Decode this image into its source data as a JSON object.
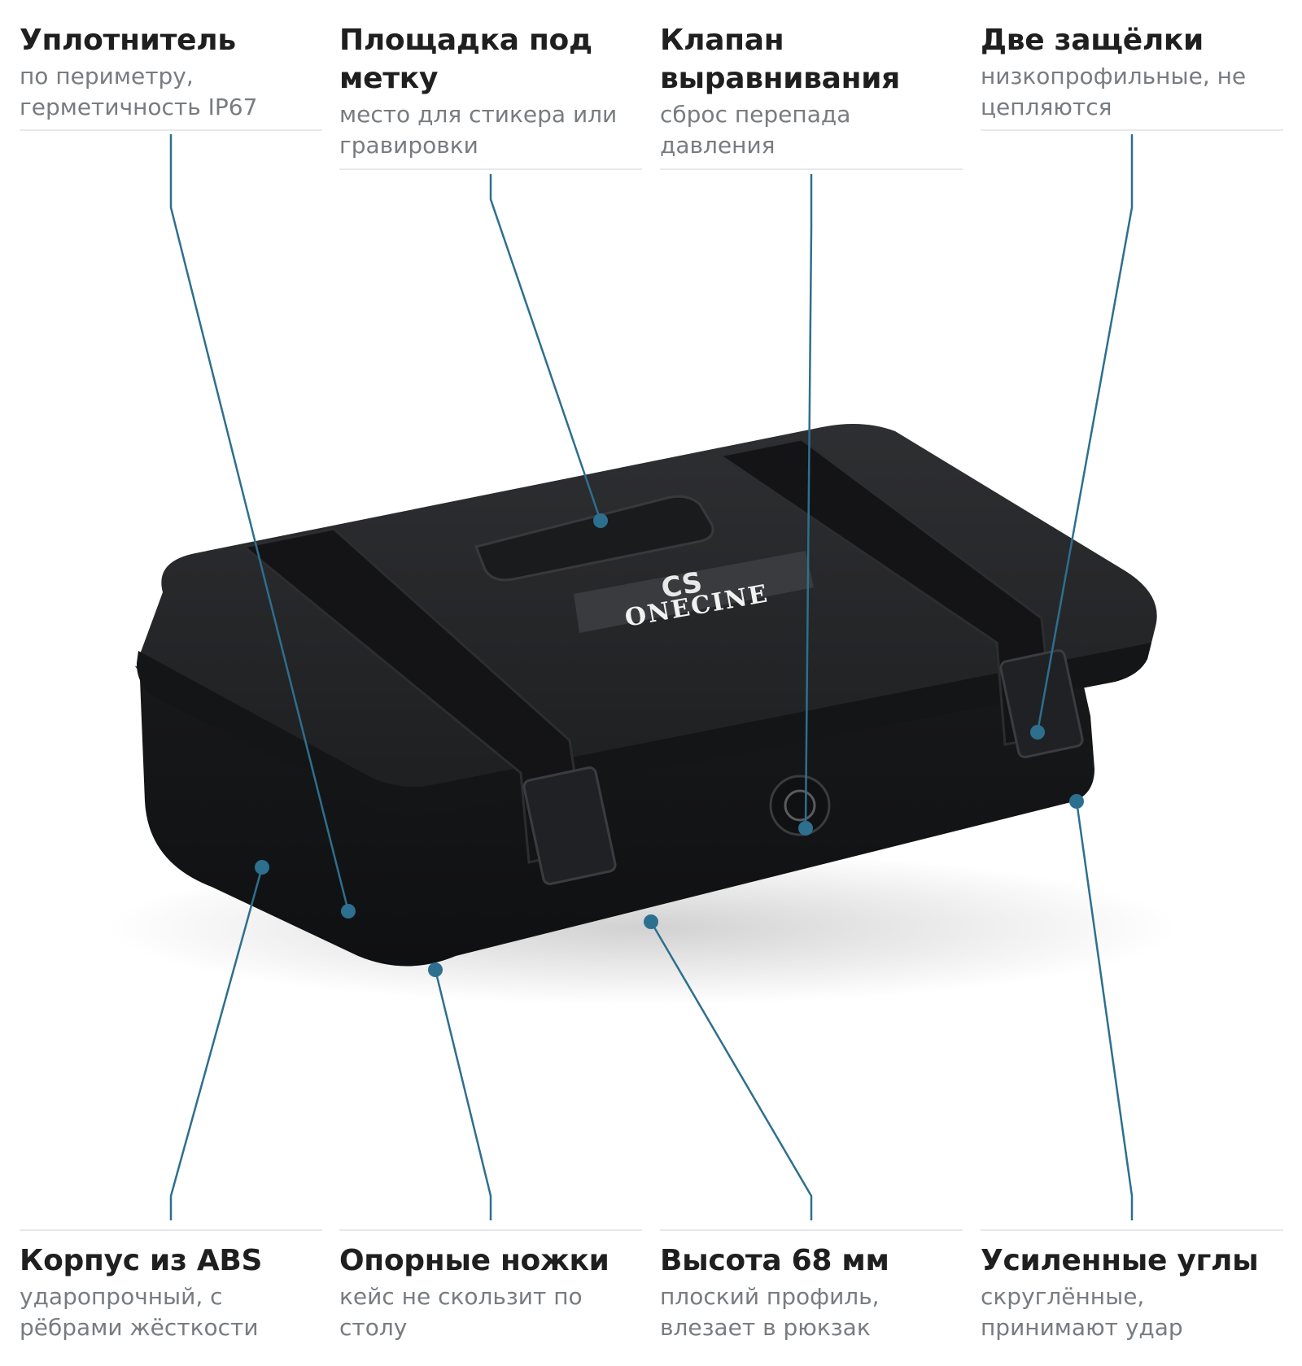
{
  "colors": {
    "accent": "#2d6f8e",
    "title": "#1f1f1f",
    "description": "#777c80",
    "rule": "#e6e9eb",
    "case_body": "#1c1d1f"
  },
  "brand": {
    "logo_mark": "CS",
    "logo_text": "ONECINE"
  },
  "callouts_top": [
    {
      "title": "Уплотнитель",
      "description": "по периметру, герметичность IP67"
    },
    {
      "title": "Площадка под метку",
      "description": "место для стикера или гравировки"
    },
    {
      "title": "Клапан выравнивания",
      "description": "сброс перепада давления"
    },
    {
      "title": "Две защёлки",
      "description": "низкопрофильные, не цепляются"
    }
  ],
  "callouts_bottom": [
    {
      "title": "Корпус из ABS",
      "description": "ударопрочный, с рёбрами жёсткости"
    },
    {
      "title": "Опорные ножки",
      "description": "кейс не скользит по столу"
    },
    {
      "title": "Высота 68 мм",
      "description": "плоский профиль, влезает в рюкзак"
    },
    {
      "title": "Усиленные углы",
      "description": "скруглённые, принимают удар"
    }
  ]
}
